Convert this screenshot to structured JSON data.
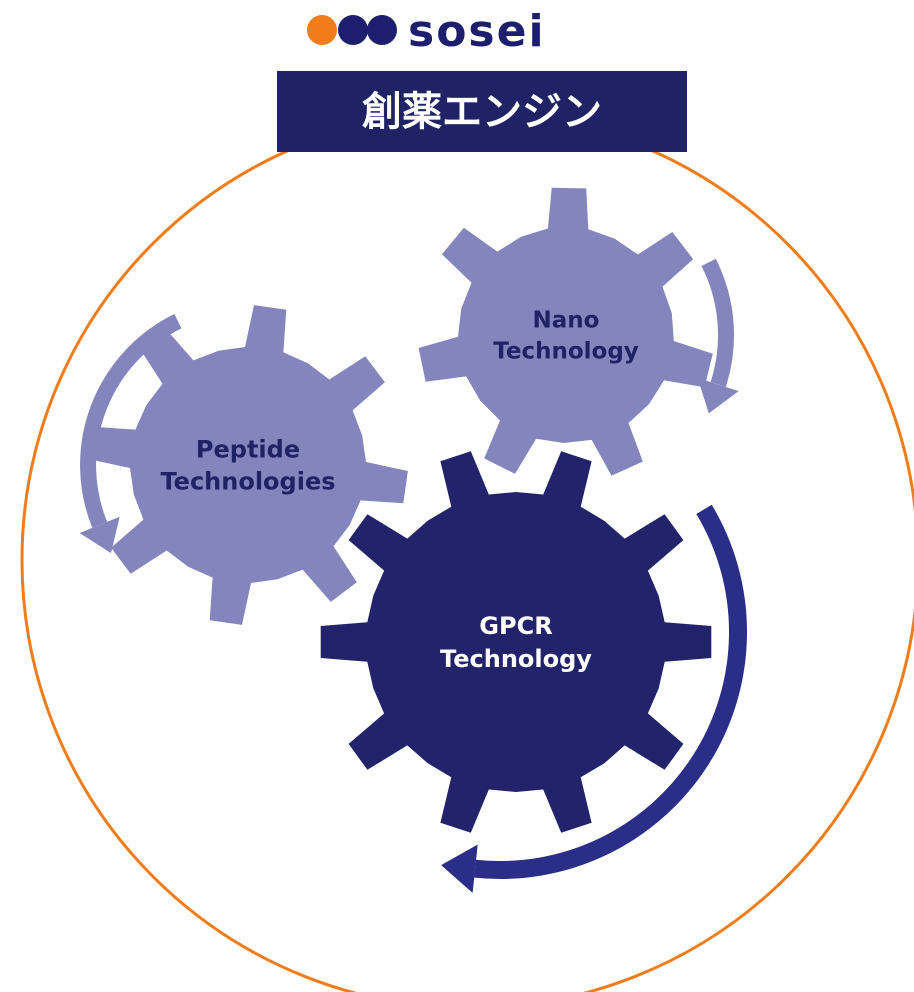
{
  "logo": {
    "text": "sosei",
    "dot_colors": [
      "#f07d1a",
      "#1e1e6e",
      "#1e1e6e"
    ]
  },
  "title": {
    "text": "創薬エンジン",
    "background": "#1f2366",
    "color": "#ffffff"
  },
  "outer_circle": {
    "stroke": "#f07d1a"
  },
  "gears": [
    {
      "id": "peptide",
      "lines": [
        "Peptide",
        "Technologies"
      ],
      "fill": "#8585bd",
      "text_color": "#1f2366"
    },
    {
      "id": "nano",
      "lines": [
        "Nano",
        "Technology"
      ],
      "fill": "#8585bd",
      "text_color": "#1f2366"
    },
    {
      "id": "gpcr",
      "lines": [
        "GPCR",
        "Technology"
      ],
      "fill": "#22236a",
      "text_color": "#ffffff"
    }
  ],
  "arrows": {
    "light_color": "#8585bd",
    "dark_color": "#2b2e86"
  }
}
